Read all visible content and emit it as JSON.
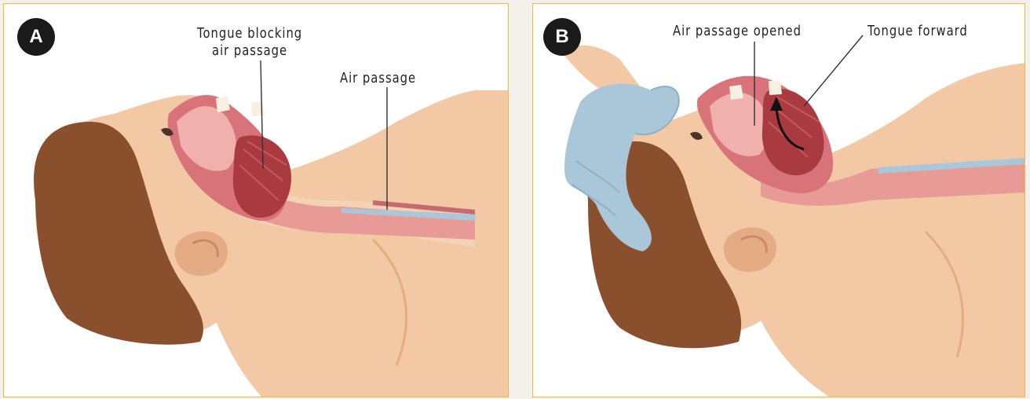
{
  "panels": [
    {
      "letter": "A",
      "labels": {
        "tongue_blocking": [
          "Tongue blocking",
          "air passage"
        ],
        "air_passage": "Air passage"
      }
    },
    {
      "letter": "B",
      "labels": {
        "air_passage_opened": "Air passage opened",
        "tongue_forward": "Tongue forward"
      }
    }
  ],
  "colors": {
    "border": "#f2b642",
    "skin": "#f2c9a4",
    "skin_shade": "#e4ab85",
    "hair": "#8a4f2c",
    "tissue": "#d9737a",
    "tongue": "#a83a40",
    "airway": "#e89a96",
    "glove": "#a9c7d9"
  },
  "icons": [
    "skin-figure",
    "hand-glove-icon",
    "curved-arrow-icon"
  ]
}
